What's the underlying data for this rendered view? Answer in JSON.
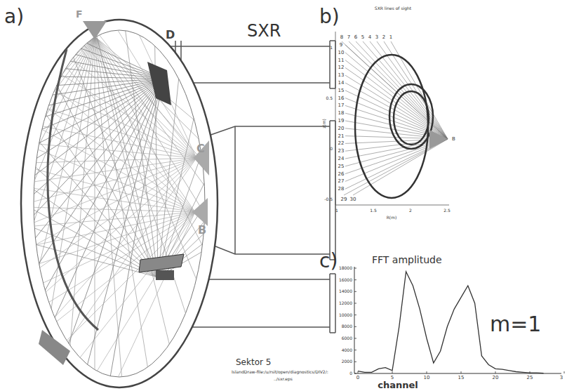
{
  "diagram": {
    "labels": [
      "a)",
      "SXR",
      "F",
      "D",
      "C",
      "B",
      "Sektor 5",
      "IslandDraw-file:/u/rsit/open/diagnostics/DIV2/:",
      "../sxr.eps",
      "b)",
      "SXR lines of sight",
      "8",
      "7",
      "6",
      "5",
      "4",
      "3",
      "2",
      "1",
      "9",
      "10",
      "11",
      "12",
      "13",
      "14",
      "15",
      "16",
      "17",
      "18",
      "19",
      "20",
      "21",
      "22",
      "23",
      "24",
      "25",
      "26",
      "27",
      "28",
      "29",
      "30",
      "1",
      "0.5",
      "0",
      "-0.5",
      "1",
      "1.5",
      "2",
      "2.5",
      "z(m)",
      "R(m)",
      "B",
      "c)",
      "FFT amplitude",
      "18000",
      "16000",
      "14000",
      "12000",
      "10000",
      "8000",
      "6000",
      "4000",
      "2000",
      "0",
      "0",
      "5",
      "10",
      "15",
      "20",
      "25",
      "3",
      "channel",
      "m=1"
    ]
  }
}
